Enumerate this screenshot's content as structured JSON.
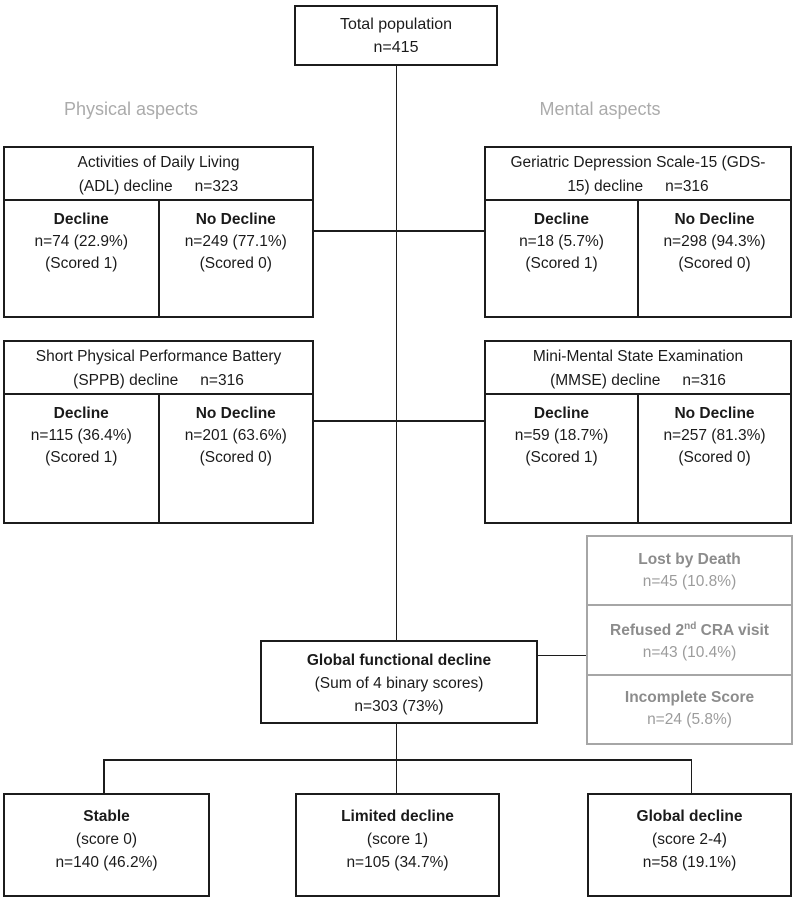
{
  "colors": {
    "box_border": "#1c1c1c",
    "line": "#1c1c1c",
    "gray_border": "#a6a6a6",
    "gray_label": "#8c8c8c",
    "gray_value": "#9c9c9c",
    "column_header_gray": "#ababab",
    "text": "#1a1a1a",
    "background": "#ffffff"
  },
  "top_box": {
    "line1": "Total population",
    "line2": "n=415"
  },
  "column_headers": {
    "left": "Physical aspects",
    "right": "Mental aspects"
  },
  "instruments": [
    {
      "id": "adl",
      "title_line1": "Activities of Daily Living",
      "title_line2": "(ADL) decline",
      "n": "n=323",
      "decline": {
        "label": "Decline",
        "value": "n=74 (22.9%)",
        "score": "(Scored 1)"
      },
      "no_decline": {
        "label": "No Decline",
        "value": "n=249 (77.1%)",
        "score": "(Scored 0)"
      }
    },
    {
      "id": "gds",
      "title_line1": "Geriatric Depression Scale-15 (GDS-",
      "title_line2": "15) decline",
      "n": "n=316",
      "decline": {
        "label": "Decline",
        "value": "n=18 (5.7%)",
        "score": "(Scored 1)"
      },
      "no_decline": {
        "label": "No Decline",
        "value": "n=298 (94.3%)",
        "score": "(Scored 0)"
      }
    },
    {
      "id": "sppb",
      "title_line1": "Short Physical Performance Battery",
      "title_line2": "(SPPB)  decline",
      "n": "n=316",
      "decline": {
        "label": "Decline",
        "value": "n=115 (36.4%)",
        "score": "(Scored 1)"
      },
      "no_decline": {
        "label": "No Decline",
        "value": "n=201 (63.6%)",
        "score": "(Scored 0)"
      }
    },
    {
      "id": "mmse",
      "title_line1": "Mini-Mental State Examination",
      "title_line2": "(MMSE)  decline",
      "n": "n=316",
      "decline": {
        "label": "Decline",
        "value": "n=59 (18.7%)",
        "score": "(Scored 1)"
      },
      "no_decline": {
        "label": "No Decline",
        "value": "n=257 (81.3%)",
        "score": "(Scored 0)"
      }
    }
  ],
  "global_box": {
    "title": "Global functional decline",
    "subtitle": "(Sum of 4 binary scores)",
    "value": "n=303 (73%)"
  },
  "exclusions": {
    "items": [
      {
        "label": "Lost by Death",
        "value": "n=45 (10.8%)"
      },
      {
        "label_pre": "Refused 2",
        "label_sup": "nd",
        "label_post": " CRA visit",
        "value": "n=43 (10.4%)"
      },
      {
        "label": "Incomplete Score",
        "value": "n=24 (5.8%)"
      }
    ]
  },
  "outcomes": [
    {
      "title": "Stable",
      "score": "(score 0)",
      "value": "n=140 (46.2%)"
    },
    {
      "title": "Limited decline",
      "score": "(score 1)",
      "value": "n=105 (34.7%)"
    },
    {
      "title": "Global decline",
      "score": "(score 2-4)",
      "value": "n=58 (19.1%)"
    }
  ]
}
